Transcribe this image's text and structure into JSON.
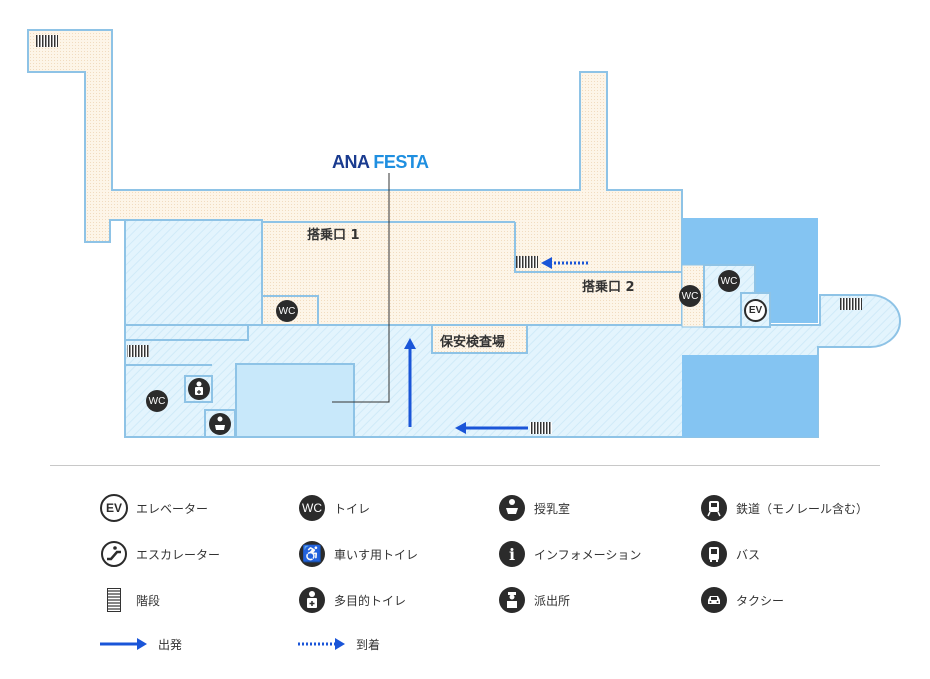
{
  "map": {
    "logo": {
      "part1": "ANA ",
      "part2": "FESTA"
    },
    "labels": {
      "gate1": "搭乗口 1",
      "gate2": "搭乗口 2",
      "security": "保安検査場"
    },
    "icons": {
      "wc": "WC",
      "ev": "EV"
    },
    "colors": {
      "departure_area": "#fdf5e8",
      "public_area": "#e3f4fd",
      "wall": "#8ec3e6",
      "solid_block": "#84c4f2",
      "arrow": "#1a55d8"
    }
  },
  "legend": {
    "items": [
      {
        "icon": "elevator-icon",
        "glyph": "EV",
        "label": "エレベーター"
      },
      {
        "icon": "toilet-icon",
        "glyph": "WC",
        "label": "トイレ"
      },
      {
        "icon": "nursing-room-icon",
        "glyph": "",
        "label": "授乳室"
      },
      {
        "icon": "train-icon",
        "glyph": "",
        "label": "鉄道（モノレール含む）"
      },
      {
        "icon": "escalator-icon",
        "glyph": "",
        "label": "エスカレーター"
      },
      {
        "icon": "wheelchair-toilet-icon",
        "glyph": "♿",
        "label": "車いす用トイレ"
      },
      {
        "icon": "information-icon",
        "glyph": "i",
        "label": "インフォメーション"
      },
      {
        "icon": "bus-icon",
        "glyph": "",
        "label": "バス"
      },
      {
        "icon": "stairs-icon",
        "glyph": "",
        "label": "階段"
      },
      {
        "icon": "multipurpose-toilet-icon",
        "glyph": "",
        "label": "多目的トイレ"
      },
      {
        "icon": "police-box-icon",
        "glyph": "",
        "label": "派出所"
      },
      {
        "icon": "taxi-icon",
        "glyph": "",
        "label": "タクシー"
      },
      {
        "icon": "departure-arrow-icon",
        "glyph": "",
        "label": "出発"
      },
      {
        "icon": "arrival-arrow-icon",
        "glyph": "",
        "label": "到着"
      }
    ]
  }
}
